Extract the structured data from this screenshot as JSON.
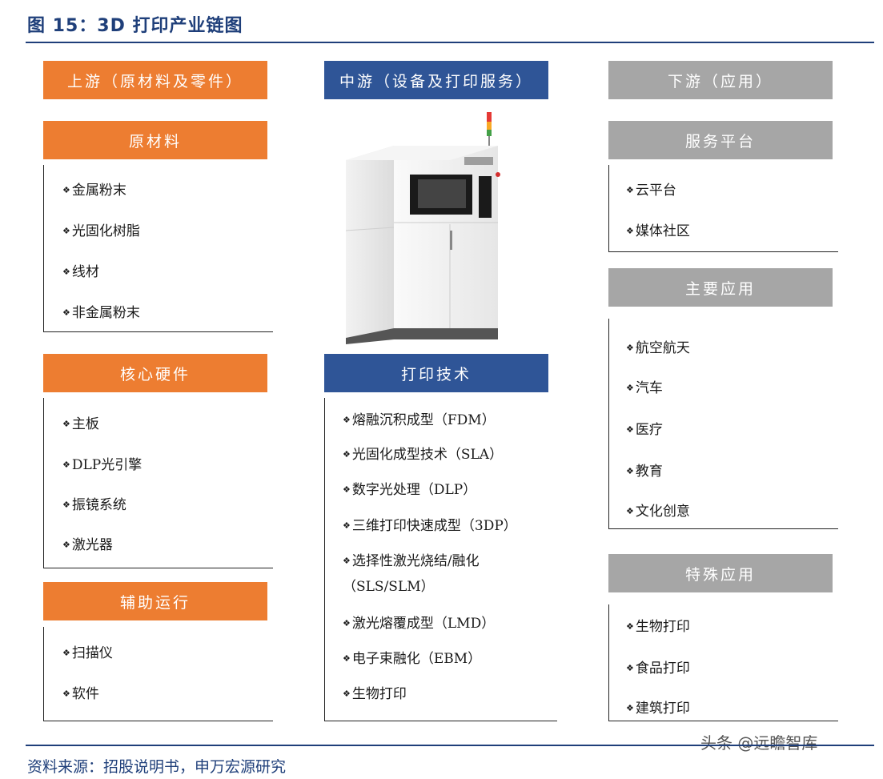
{
  "figure": {
    "title": "图 15：3D 打印产业链图",
    "source": "资料来源：招股说明书，申万宏源研究",
    "watermark": "头条 @远瞻智库"
  },
  "upstream": {
    "header": "上游（原材料及零件）",
    "groups": [
      {
        "title": "原材料",
        "items": [
          "金属粉末",
          "光固化树脂",
          "线材",
          "非金属粉末"
        ]
      },
      {
        "title": "核心硬件",
        "items": [
          "主板",
          "DLP光引擎",
          "振镜系统",
          "激光器"
        ]
      },
      {
        "title": "辅助运行",
        "items": [
          "扫描仪",
          "软件"
        ]
      }
    ]
  },
  "midstream": {
    "header": "中游（设备及打印服务）",
    "printer_icon": "3d-printer-machine",
    "tech_title": "打印技术",
    "tech_items": [
      "熔融沉积成型（FDM）",
      "光固化成型技术（SLA）",
      "数字光处理（DLP）",
      "三维打印快速成型（3DP）",
      "选择性激光烧结/融化",
      "（SLS/SLM）",
      "激光熔覆成型（LMD）",
      "电子束融化（EBM）",
      "生物打印"
    ]
  },
  "downstream": {
    "header": "下游（应用）",
    "groups": [
      {
        "title": "服务平台",
        "items": [
          "云平台",
          "媒体社区"
        ]
      },
      {
        "title": "主要应用",
        "items": [
          "航空航天",
          "汽车",
          "医疗",
          "教育",
          "文化创意"
        ]
      },
      {
        "title": "特殊应用",
        "items": [
          "生物打印",
          "食品打印",
          "建筑打印"
        ]
      }
    ]
  },
  "bullet_symbol": "❖",
  "colors": {
    "upstream": "#ed7d31",
    "midstream": "#2f5597",
    "downstream": "#a6a6a6",
    "title": "#1f3f7a"
  }
}
